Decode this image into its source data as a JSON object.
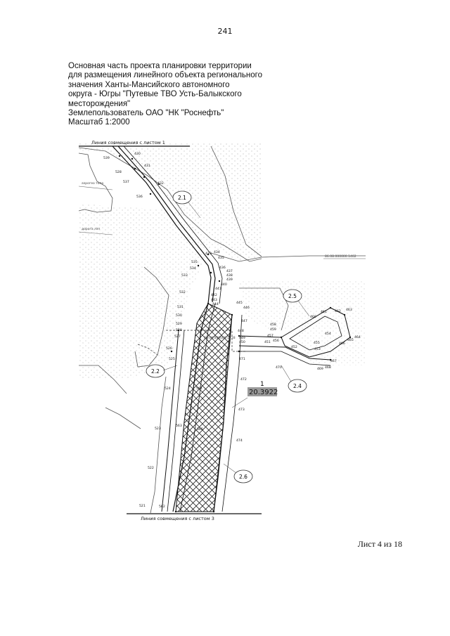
{
  "page_number": "241",
  "title_lines": [
    "Основная часть проекта планировки территории",
    "для размещения линейного объекта регионального",
    "значения Ханты-Мансийского автономного",
    "округа - Югры \"Путевые ТВО Усть-Балыкского",
    "месторождения\"",
    "Землепользователь ОАО \"НК \"Роснефть\"",
    "Масштаб 1:2000"
  ],
  "map": {
    "match_line_top": "Линия совмещения с листом 1",
    "match_line_bottom": "Линия совмещения с листом 3",
    "parcel_number": "1",
    "parcel_area": "20.3922",
    "sections": [
      "2.1",
      "2.2",
      "2.4",
      "2.5",
      "2.6"
    ],
    "cadastral_labels": [
      "86:08:000000:1402",
      "86:08:000000:1728"
    ],
    "small_labels": [
      "аэрогео топо",
      "дорога лэп"
    ],
    "point_labels": [
      {
        "n": "539"
      },
      {
        "n": "430"
      },
      {
        "n": "431"
      },
      {
        "n": "528"
      },
      {
        "n": "537"
      },
      {
        "n": "432"
      },
      {
        "n": "536"
      },
      {
        "n": "433"
      },
      {
        "n": "434"
      },
      {
        "n": "435"
      },
      {
        "n": "535"
      },
      {
        "n": "534"
      },
      {
        "n": "436"
      },
      {
        "n": "437"
      },
      {
        "n": "438"
      },
      {
        "n": "439"
      },
      {
        "n": "533"
      },
      {
        "n": "440"
      },
      {
        "n": "441"
      },
      {
        "n": "532"
      },
      {
        "n": "442"
      },
      {
        "n": "443"
      },
      {
        "n": "444"
      },
      {
        "n": "445"
      },
      {
        "n": "446"
      },
      {
        "n": "531"
      },
      {
        "n": "530"
      },
      {
        "n": "447"
      },
      {
        "n": "529"
      },
      {
        "n": "528"
      },
      {
        "n": "448"
      },
      {
        "n": "527"
      },
      {
        "n": "449"
      },
      {
        "n": "450"
      },
      {
        "n": "526"
      },
      {
        "n": "525"
      },
      {
        "n": "471"
      },
      {
        "n": "524"
      },
      {
        "n": "564"
      },
      {
        "n": "472"
      },
      {
        "n": "473"
      },
      {
        "n": "523"
      },
      {
        "n": "563"
      },
      {
        "n": "565"
      },
      {
        "n": "474"
      },
      {
        "n": "522"
      },
      {
        "n": "521"
      },
      {
        "n": "562"
      },
      {
        "n": "458"
      },
      {
        "n": "460"
      },
      {
        "n": "461"
      },
      {
        "n": "462"
      },
      {
        "n": "463"
      },
      {
        "n": "459"
      },
      {
        "n": "457"
      },
      {
        "n": "451"
      },
      {
        "n": "456"
      },
      {
        "n": "454"
      },
      {
        "n": "452"
      },
      {
        "n": "455"
      },
      {
        "n": "466"
      },
      {
        "n": "464"
      },
      {
        "n": "465"
      },
      {
        "n": "453"
      },
      {
        "n": "467"
      },
      {
        "n": "470"
      },
      {
        "n": "469"
      },
      {
        "n": "468"
      }
    ]
  },
  "sheet_footer": "Лист 4 из 18"
}
